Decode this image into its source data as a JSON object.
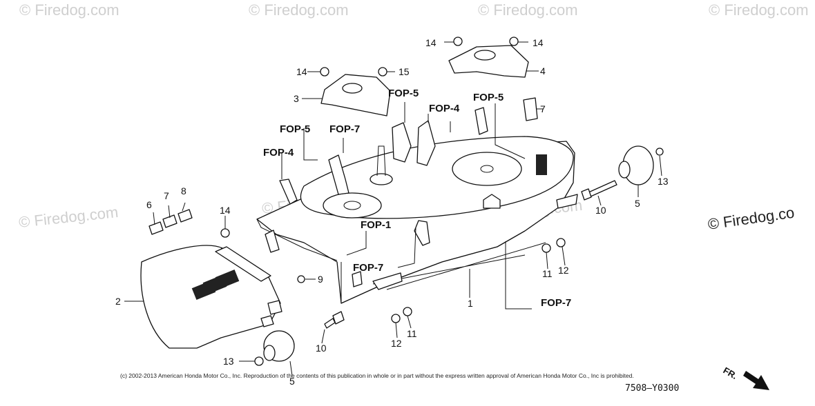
{
  "watermark": {
    "text": "© Firedog.com",
    "side_text": "© Firedog.co"
  },
  "fop_labels": [
    "FOP-5",
    "FOP-4",
    "FOP-5",
    "FOP-5",
    "FOP-7",
    "FOP-4",
    "FOP-1",
    "FOP-7",
    "FOP-7"
  ],
  "part_numbers": {
    "n14a": "14",
    "n14b": "14",
    "n14c": "14",
    "n14d": "14",
    "n15": "15",
    "n3": "3",
    "n4": "4",
    "n7a": "7",
    "n6": "6",
    "n7b": "7",
    "n8": "8",
    "n2": "2",
    "n9": "9",
    "n1": "1",
    "n13a": "13",
    "n13b": "13",
    "n5a": "5",
    "n5b": "5",
    "n10a": "10",
    "n10b": "10",
    "n11a": "11",
    "n11b": "11",
    "n12a": "12",
    "n12b": "12"
  },
  "copyright": "(c) 2002-2013 American Honda Motor Co., Inc. Reproduction of the contents of this publication in whole or in part without the express written approval of American Honda Motor Co., Inc is prohibited.",
  "diagram_code": "7508—Y0300",
  "direction_label": "FR."
}
